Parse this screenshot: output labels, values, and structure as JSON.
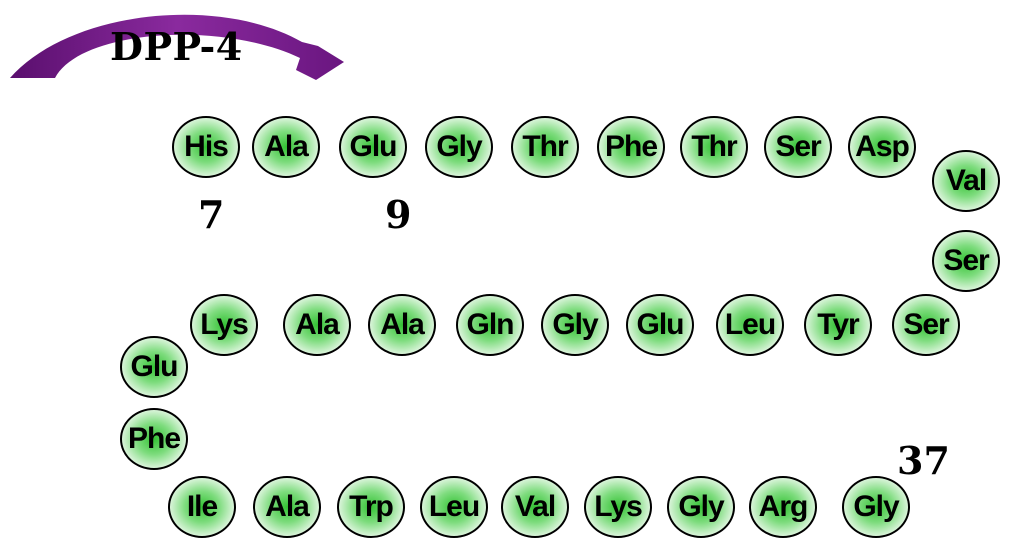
{
  "enzyme": {
    "label": "DPP-4",
    "arrow_color": "#7a1a8c"
  },
  "residue_fill": "#34c234",
  "rows": [
    [
      "His",
      "Ala",
      "Glu",
      "Gly",
      "Thr",
      "Phe",
      "Thr",
      "Ser",
      "Asp"
    ],
    [
      "Val",
      "Ser"
    ],
    [
      "Lys",
      "Ala",
      "Ala",
      "Gln",
      "Gly",
      "Glu",
      "Leu",
      "Tyr",
      "Ser"
    ],
    [
      "Glu",
      "Phe"
    ],
    [
      "Ile",
      "Ala",
      "Trp",
      "Leu",
      "Val",
      "Lys",
      "Gly",
      "Arg",
      "Gly"
    ]
  ],
  "position_labels": [
    "7",
    "9",
    "37"
  ]
}
